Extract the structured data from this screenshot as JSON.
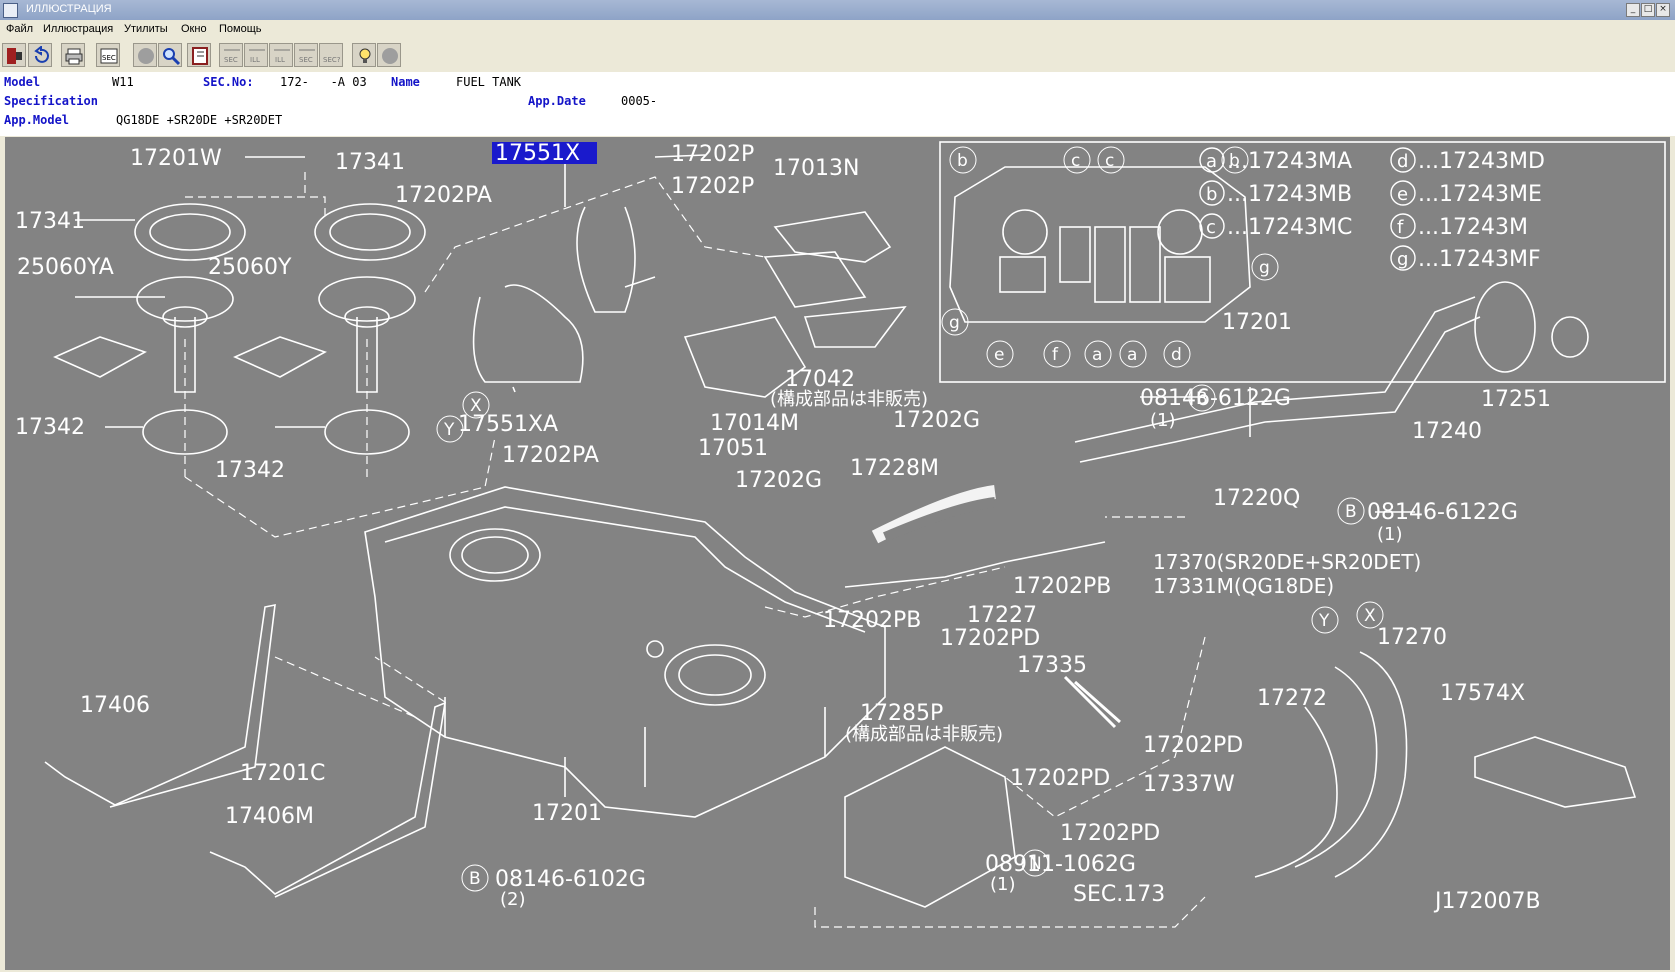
{
  "window": {
    "title": "ИЛЛЮСТРАЦИЯ"
  },
  "menu": {
    "items": [
      "Файл",
      "Иллюстрация",
      "Утилиты",
      "Окно",
      "Помощь"
    ]
  },
  "toolbar": {
    "icons": [
      "exit-icon",
      "undo-icon",
      "print-icon",
      "sec-icon",
      "circle-icon",
      "zoom-icon",
      "book-icon",
      "sec-prev-icon",
      "ill-prev-icon",
      "ill-next-icon",
      "sec-next-icon",
      "sec-query-icon",
      "hint-icon",
      "circle2-icon"
    ],
    "labels": {
      "sec": "SEC",
      "ill": "ILL",
      "secq": "SEC?"
    }
  },
  "info": {
    "model_label": "Model",
    "model_value": "W11",
    "secno_label": "SEC.No:",
    "secno_value": "172-   -A 03",
    "name_label": "Name",
    "name_value": "FUEL TANK",
    "spec_label": "Specification",
    "appdate_label": "App.Date",
    "appdate_value": "0005-",
    "appmodel_label": "App.Model",
    "appmodel_value": "QG18DE +SR20DE +SR20DET"
  },
  "diagram": {
    "selected_part": "17551X",
    "parts": [
      {
        "id": "p1",
        "text": "17201W"
      },
      {
        "id": "p2",
        "text": "17341"
      },
      {
        "id": "p3",
        "text": "17341"
      },
      {
        "id": "p4",
        "text": "25060YA"
      },
      {
        "id": "p5",
        "text": "25060Y"
      },
      {
        "id": "p6",
        "text": "17202PA"
      },
      {
        "id": "p7",
        "text": "17202P"
      },
      {
        "id": "p8",
        "text": "17202P"
      },
      {
        "id": "p9",
        "text": "17013N"
      },
      {
        "id": "p10",
        "text": "17342"
      },
      {
        "id": "p11",
        "text": "17342"
      },
      {
        "id": "p12",
        "text": "17551XA"
      },
      {
        "id": "p13",
        "text": "17202PA"
      },
      {
        "id": "p14",
        "text": "17051"
      },
      {
        "id": "p15",
        "text": "17014M"
      },
      {
        "id": "p16",
        "text": "17042"
      },
      {
        "id": "p17",
        "text": "(構成部品は非販売)"
      },
      {
        "id": "p18",
        "text": "17202G"
      },
      {
        "id": "p19",
        "text": "17228M"
      },
      {
        "id": "p20",
        "text": "17202G"
      },
      {
        "id": "p21",
        "text": "17220Q"
      },
      {
        "id": "p22",
        "text": "08146-6122G"
      },
      {
        "id": "p23",
        "text": "(1)"
      },
      {
        "id": "p24",
        "text": "08146-6122G"
      },
      {
        "id": "p25",
        "text": "(1)"
      },
      {
        "id": "p26",
        "text": "17201"
      },
      {
        "id": "p27",
        "text": "17251"
      },
      {
        "id": "p28",
        "text": "17240"
      },
      {
        "id": "p29",
        "text": "17202PB"
      },
      {
        "id": "p30",
        "text": "17227"
      },
      {
        "id": "p31",
        "text": "17202PB"
      },
      {
        "id": "p32",
        "text": "17370(SR20DE+SR20DET)"
      },
      {
        "id": "p33",
        "text": "17331M(QG18DE)"
      },
      {
        "id": "p34",
        "text": "17202PD"
      },
      {
        "id": "p35",
        "text": "17335"
      },
      {
        "id": "p36",
        "text": "17270"
      },
      {
        "id": "p37",
        "text": "17272"
      },
      {
        "id": "p38",
        "text": "17574X"
      },
      {
        "id": "p39",
        "text": "17202PD"
      },
      {
        "id": "p40",
        "text": "17285P"
      },
      {
        "id": "p41",
        "text": "(構成部品は非販売)"
      },
      {
        "id": "p42",
        "text": "17202PD"
      },
      {
        "id": "p43",
        "text": "17337W"
      },
      {
        "id": "p44",
        "text": "17202PD"
      },
      {
        "id": "p45",
        "text": "08911-1062G"
      },
      {
        "id": "p46",
        "text": "(1)"
      },
      {
        "id": "p47",
        "text": "SEC.173"
      },
      {
        "id": "p48",
        "text": "08146-6102G"
      },
      {
        "id": "p49",
        "text": "(2)"
      },
      {
        "id": "p50",
        "text": "17201"
      },
      {
        "id": "p51",
        "text": "17406"
      },
      {
        "id": "p52",
        "text": "17201C"
      },
      {
        "id": "p53",
        "text": "17406M"
      },
      {
        "id": "p54",
        "text": "J172007B"
      }
    ],
    "legend": [
      {
        "key": "a",
        "part": "...17243MA"
      },
      {
        "key": "b",
        "part": "...17243MB"
      },
      {
        "key": "c",
        "part": "...17243MC"
      },
      {
        "key": "d",
        "part": "...17243MD"
      },
      {
        "key": "e",
        "part": "...17243ME"
      },
      {
        "key": "f",
        "part": "...17243M"
      },
      {
        "key": "g",
        "part": "...17243MF"
      }
    ],
    "markers": [
      "X",
      "Y",
      "X",
      "Y",
      "B",
      "B",
      "B",
      "N"
    ],
    "inset_keys": [
      "b",
      "c",
      "c",
      "b",
      "g",
      "g",
      "e",
      "f",
      "a",
      "a",
      "d"
    ]
  }
}
